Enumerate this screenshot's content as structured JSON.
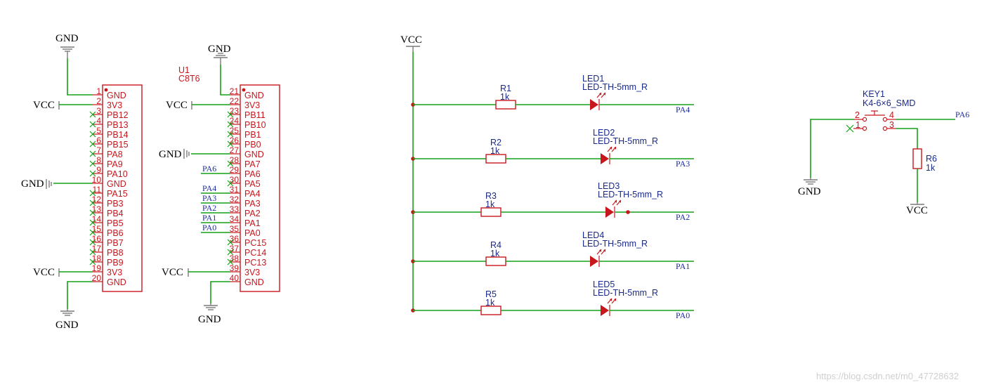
{
  "power": {
    "gnd": "GND",
    "vcc": "VCC"
  },
  "header_left": {
    "pins": [
      {
        "num": "1",
        "label": "GND"
      },
      {
        "num": "2",
        "label": "3V3"
      },
      {
        "num": "3",
        "label": "PB12"
      },
      {
        "num": "4",
        "label": "PB13"
      },
      {
        "num": "5",
        "label": "PB14"
      },
      {
        "num": "6",
        "label": "PB15"
      },
      {
        "num": "7",
        "label": "PA8"
      },
      {
        "num": "8",
        "label": "PA9"
      },
      {
        "num": "9",
        "label": "PA10"
      },
      {
        "num": "10",
        "label": "GND"
      },
      {
        "num": "11",
        "label": "PA15"
      },
      {
        "num": "12",
        "label": "PB3"
      },
      {
        "num": "13",
        "label": "PB4"
      },
      {
        "num": "14",
        "label": "PB5"
      },
      {
        "num": "15",
        "label": "PB6"
      },
      {
        "num": "16",
        "label": "PB7"
      },
      {
        "num": "17",
        "label": "PB8"
      },
      {
        "num": "18",
        "label": "PB9"
      },
      {
        "num": "19",
        "label": "3V3"
      },
      {
        "num": "20",
        "label": "GND"
      }
    ]
  },
  "header_right": {
    "designator": "U1",
    "part": "C8T6",
    "pins": [
      {
        "num": "21",
        "label": "GND"
      },
      {
        "num": "22",
        "label": "3V3"
      },
      {
        "num": "23",
        "label": "PB11"
      },
      {
        "num": "24",
        "label": "PB10"
      },
      {
        "num": "25",
        "label": "PB1"
      },
      {
        "num": "26",
        "label": "PB0"
      },
      {
        "num": "27",
        "label": "GND"
      },
      {
        "num": "28",
        "label": "PA7"
      },
      {
        "num": "29",
        "label": "PA6"
      },
      {
        "num": "30",
        "label": "PA5"
      },
      {
        "num": "31",
        "label": "PA4"
      },
      {
        "num": "32",
        "label": "PA3"
      },
      {
        "num": "33",
        "label": "PA2"
      },
      {
        "num": "34",
        "label": "PA1"
      },
      {
        "num": "35",
        "label": "PA0"
      },
      {
        "num": "36",
        "label": "PC15"
      },
      {
        "num": "37",
        "label": "PC14"
      },
      {
        "num": "38",
        "label": "PC13"
      },
      {
        "num": "39",
        "label": "3V3"
      },
      {
        "num": "40",
        "label": "GND"
      }
    ],
    "net_labels": [
      "PA6",
      "PA4",
      "PA3",
      "PA2",
      "PA1",
      "PA0"
    ]
  },
  "led_rows": [
    {
      "res": "R1",
      "res_val": "1k",
      "led": "LED1",
      "led_part": "LED-TH-5mm_R",
      "net": "PA4"
    },
    {
      "res": "R2",
      "res_val": "1k",
      "led": "LED2",
      "led_part": "LED-TH-5mm_R",
      "net": "PA3"
    },
    {
      "res": "R3",
      "res_val": "1k",
      "led": "LED3",
      "led_part": "LED-TH-5mm_R",
      "net": "PA2"
    },
    {
      "res": "R4",
      "res_val": "1k",
      "led": "LED4",
      "led_part": "LED-TH-5mm_R",
      "net": "PA1"
    },
    {
      "res": "R5",
      "res_val": "1k",
      "led": "LED5",
      "led_part": "LED-TH-5mm_R",
      "net": "PA0"
    }
  ],
  "key": {
    "designator": "KEY1",
    "part": "K4-6×6_SMD",
    "pins": [
      "2",
      "4",
      "1",
      "3"
    ],
    "net": "PA6",
    "res": "R6",
    "res_val": "1k"
  },
  "colors": {
    "wire": "#17a117",
    "body": "#c8161d",
    "net": "#1a2ea6",
    "designator": "#1a2a8a"
  },
  "watermark": "https://blog.csdn.net/m0_47728632"
}
